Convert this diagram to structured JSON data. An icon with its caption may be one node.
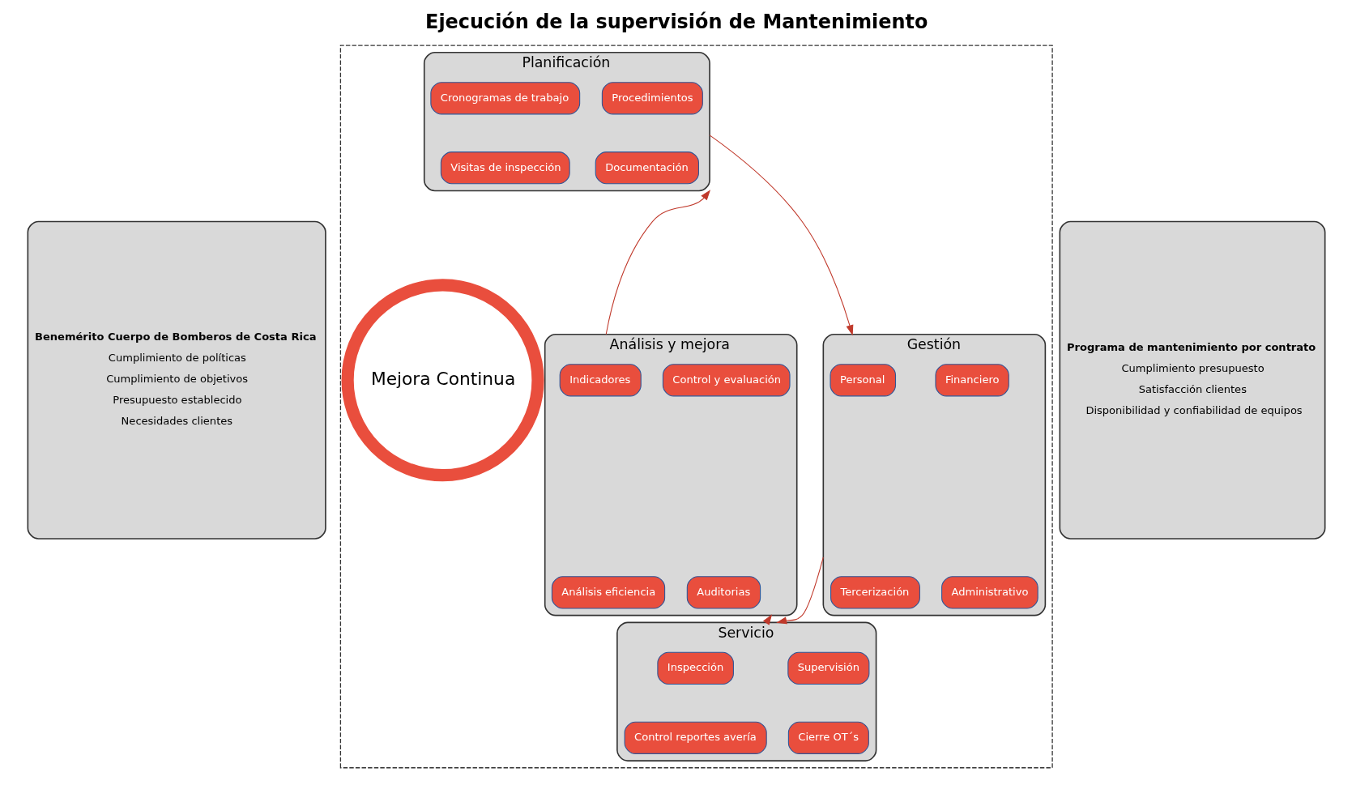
{
  "diagram": {
    "title": "Ejecución de la supervisión de Mantenimiento",
    "nodes": [
      {
        "text": [
          "Benemérito Cuerpo de Bomberos de Costa Rica",
          "Cumplimiento de políticas",
          "Cumplimiento de objetivos",
          "Presupuesto establecido",
          "Necesidades clientes"
        ]
      },
      {
        "text": [],
        "shape": "box"
      },
      {
        "text": [
          "Planificación"
        ],
        "in": 1
      },
      {
        "text": [
          "Procedimientos"
        ],
        "in": 2
      },
      {
        "text": [
          "Cronogramas de trabajo"
        ],
        "in": 2
      },
      {
        "text": [
          "Documentación"
        ],
        "in": 2
      },
      {
        "text": [
          "Visitas de inspección"
        ],
        "in": 2
      },
      {
        "text": [
          "Análisis y mejora"
        ],
        "in": 1
      },
      {
        "text": [
          "Indicadores"
        ],
        "in": 7
      },
      {
        "text": [
          "Control y evaluación"
        ],
        "in": 7
      },
      {
        "text": [
          "Análisis eficiencia"
        ],
        "in": 7
      },
      {
        "text": [
          "Auditorias"
        ],
        "in": 7
      },
      {
        "text": [
          "Mejora Continua"
        ],
        "in": 1
      },
      {
        "text": [
          "Gestión"
        ],
        "in": 1
      },
      {
        "text": [
          "Personal"
        ],
        "in": 13
      },
      {
        "text": [
          "Financiero"
        ],
        "in": 13
      },
      {
        "text": [
          "Tercerización"
        ],
        "in": 13
      },
      {
        "text": [
          "Administrativo"
        ],
        "in": 13
      },
      {
        "text": [
          "Servicio"
        ],
        "in": 1
      },
      {
        "text": [
          "Inspección"
        ],
        "in": 18
      },
      {
        "text": [
          "Supervisión"
        ],
        "in": 18
      },
      {
        "text": [
          "Control reportes avería"
        ],
        "in": 18
      },
      {
        "text": [
          "Cierre OT´s"
        ],
        "in": 18
      },
      {
        "text": [
          "Programa de mantenimiento por contrato",
          "Cumplimiento presupuesto",
          "Satisfacción clientes",
          "Disponibilidad y confiabilidad de equipos"
        ]
      }
    ],
    "edges": [
      {
        "from": 2,
        "to": 13,
        "arrow": "to"
      },
      {
        "from": 13,
        "to": 18,
        "arrow": "to"
      },
      {
        "from": 18,
        "to": 7,
        "arrow": "to"
      },
      {
        "from": 7,
        "to": 2,
        "arrow": "to"
      }
    ]
  }
}
